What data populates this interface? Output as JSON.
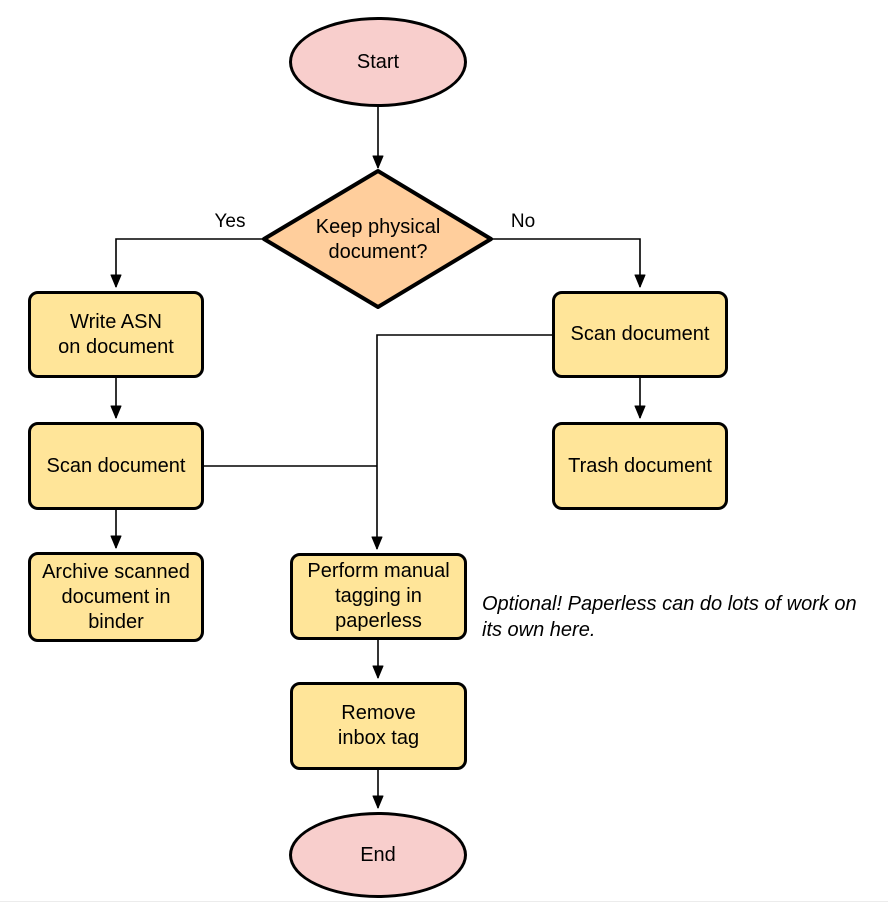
{
  "diagram": {
    "nodes": {
      "start": "Start",
      "decision": "Keep physical\ndocument?",
      "write_asn": "Write ASN\non document",
      "scan_left": "Scan document",
      "archive": "Archive scanned\ndocument in\nbinder",
      "scan_right": "Scan document",
      "trash": "Trash document",
      "perform_tagging": "Perform manual\ntagging in\npaperless",
      "remove_inbox": "Remove\ninbox tag",
      "end": "End"
    },
    "edge_labels": {
      "yes": "Yes",
      "no": "No"
    },
    "note": "Optional! Paperless can do lots of work on\nits own here.",
    "colors": {
      "terminator_fill": "#F8CECC",
      "decision_fill": "#FFCE9C",
      "process_fill": "#FFE599",
      "stroke": "#000000"
    }
  }
}
